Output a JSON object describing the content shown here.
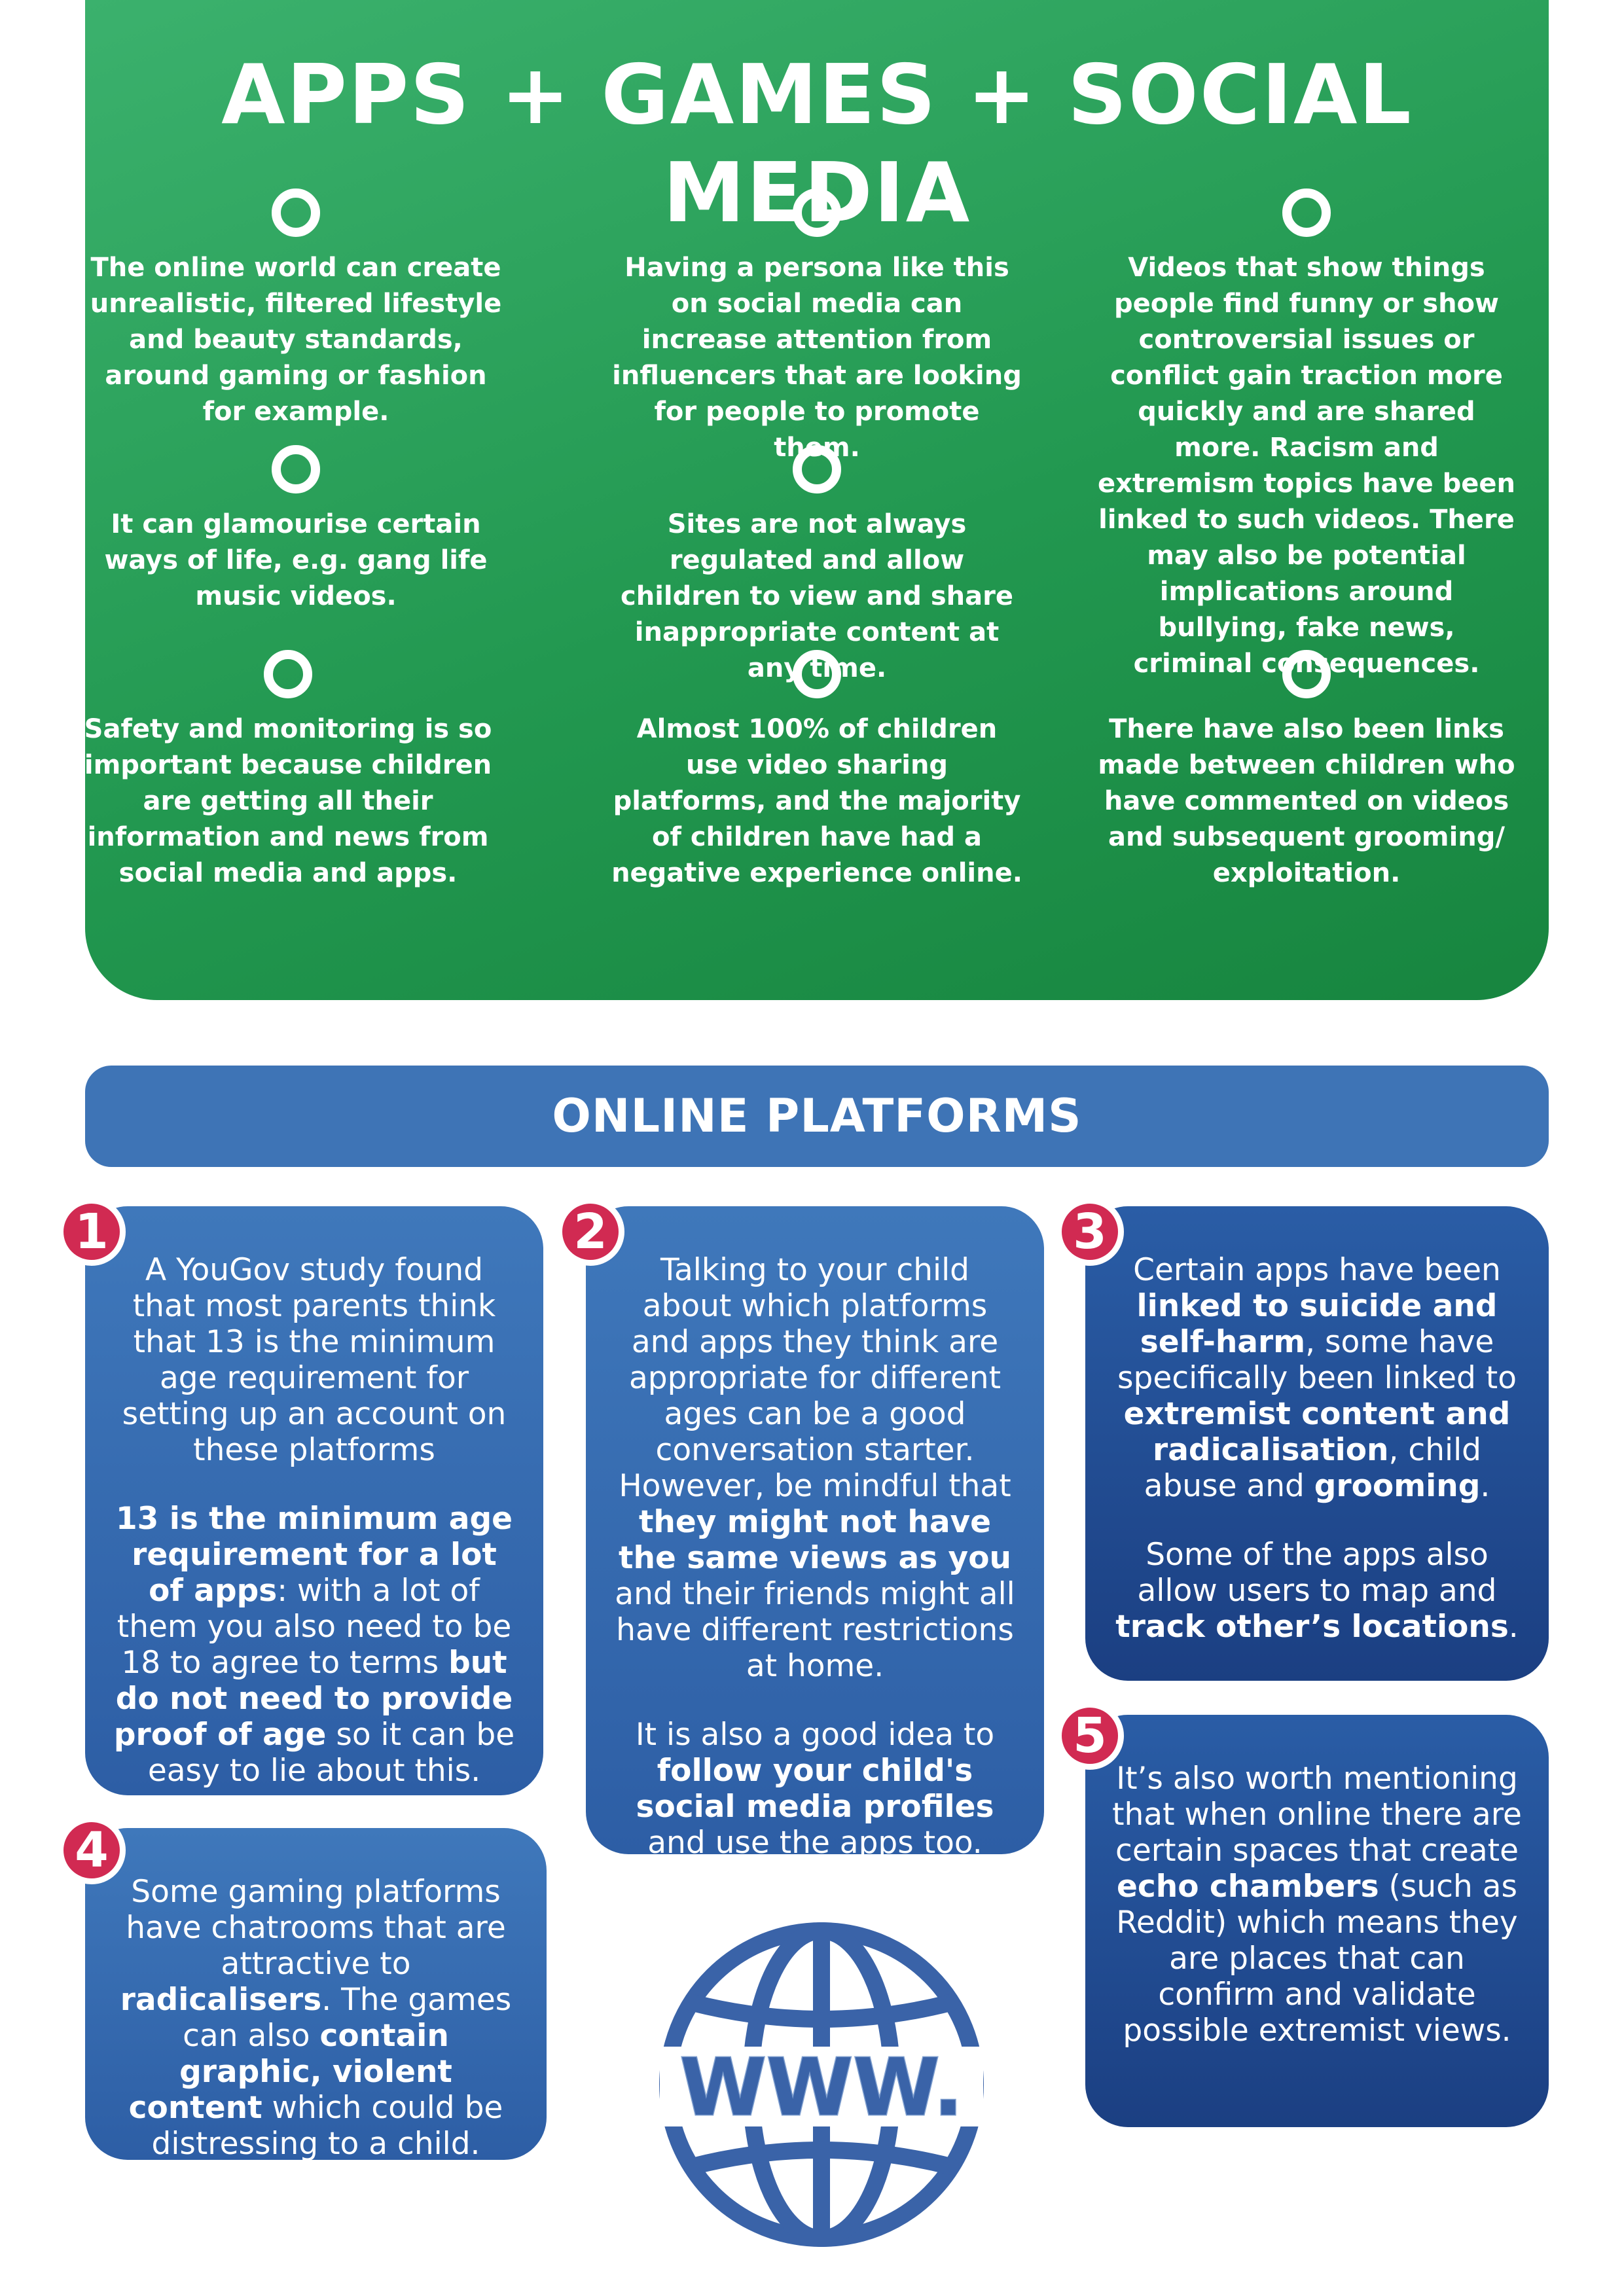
{
  "header": {
    "title": "APPS + GAMES + SOCIAL MEDIA",
    "points": [
      {
        "text": "The online world can create unrealistic, filtered lifestyle and beauty standards, around gaming or fashion for example."
      },
      {
        "text": "Having a persona like this on social media can increase attention from influencers that are looking for people to promote them."
      },
      {
        "text": "Videos that show things people find funny or show controversial issues or conflict gain traction more quickly and are shared more. Racism and extremism topics have been linked to such videos. There may also be potential implications around bullying, fake news, criminal consequences."
      },
      {
        "text": "It can glamourise certain ways of life, e.g. gang life music videos."
      },
      {
        "text": "Sites are not always regulated and allow children to view and share inappropriate content at any time."
      },
      {
        "text": "Safety and monitoring is so important because children are getting all their information and news from social media and apps."
      },
      {
        "text": "Almost 100% of children use video sharing platforms, and the majority of children have had a negative experience online."
      },
      {
        "text": "There have also been links made between children who have commented on videos and subsequent grooming/ exploitation."
      }
    ]
  },
  "platforms": {
    "title": "ONLINE PLATFORMS",
    "cards": [
      {
        "number": "1",
        "paragraphs": [
          [
            {
              "t": "A YouGov study found that most parents think that 13 is the minimum age requirement for setting up an account on these platforms"
            }
          ],
          [
            {
              "t": "13 is the minimum age requirement for a lot of apps",
              "b": true
            },
            {
              "t": ": with a lot of them you also need to be 18 to agree to terms "
            },
            {
              "t": "but do not need to provide proof of age",
              "b": true
            },
            {
              "t": " so it can be easy to lie about this."
            }
          ]
        ]
      },
      {
        "number": "2",
        "paragraphs": [
          [
            {
              "t": "Talking to your child about which platforms and apps they think are appropriate for different ages can be a good conversation starter. However, be mindful that "
            },
            {
              "t": "they might not have the same views as you",
              "b": true
            },
            {
              "t": " and their friends might all have different restrictions at home."
            }
          ],
          [
            {
              "t": "It is also a good idea to "
            },
            {
              "t": "follow your child's social media profiles",
              "b": true
            },
            {
              "t": " and use the apps too."
            }
          ]
        ]
      },
      {
        "number": "3",
        "paragraphs": [
          [
            {
              "t": "Certain apps have been "
            },
            {
              "t": "linked to suicide and self-harm",
              "b": true
            },
            {
              "t": ", some have specifically been linked to "
            },
            {
              "t": "extremist content and radicalisation",
              "b": true
            },
            {
              "t": ", child abuse and "
            },
            {
              "t": "grooming",
              "b": true
            },
            {
              "t": "."
            }
          ],
          [
            {
              "t": "Some of the apps also allow users to map and "
            },
            {
              "t": "track other’s locations",
              "b": true
            },
            {
              "t": "."
            }
          ]
        ]
      },
      {
        "number": "4",
        "paragraphs": [
          [
            {
              "t": "Some gaming platforms have chatrooms that are attractive to "
            },
            {
              "t": "radicalisers",
              "b": true
            },
            {
              "t": ". The games can also "
            },
            {
              "t": "contain graphic, violent content",
              "b": true
            },
            {
              "t": " which could be distressing to a child."
            }
          ]
        ]
      },
      {
        "number": "5",
        "paragraphs": [
          [
            {
              "t": "It’s also worth mentioning that when online there are certain spaces that create "
            },
            {
              "t": "echo chambers",
              "b": true
            },
            {
              "t": " (such as Reddit) which means they are places that can confirm and validate possible extremist views."
            }
          ]
        ]
      }
    ],
    "globe_text": "WWW."
  },
  "colors": {
    "green": "#229850",
    "blue": "#3e74b6",
    "navy": "#1b3f82",
    "badge": "#d12a52",
    "globe": "#3a63a8"
  }
}
